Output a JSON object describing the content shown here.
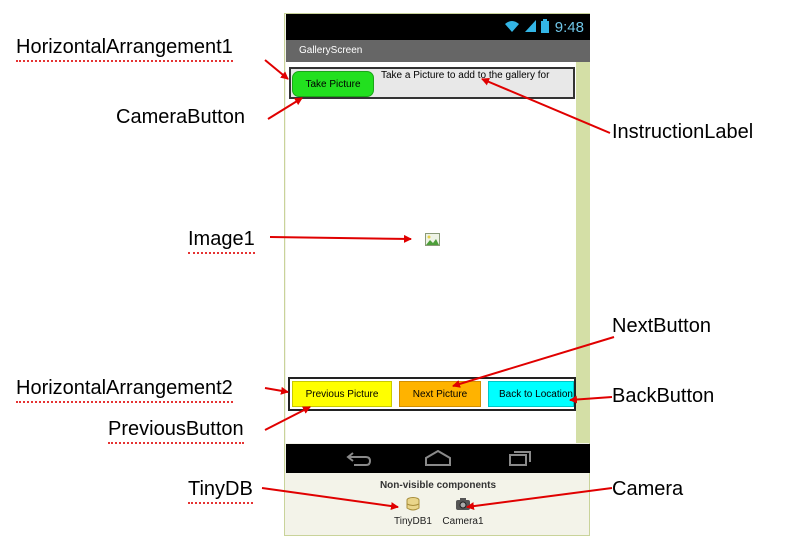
{
  "phone": {
    "status_time": "9:48",
    "screen_title": "GalleryScreen",
    "camera_button_label": "Take Picture",
    "instruction_label_text": "Take a Picture to add to the gallery for",
    "previous_button_label": "Previous Picture",
    "next_button_label": "Next Picture",
    "back_button_label": "Back to Location",
    "nonvisible_title": "Non-visible components",
    "nonvisible": [
      {
        "label": "TinyDB1",
        "icon": "database-icon"
      },
      {
        "label": "Camera1",
        "icon": "camera-icon"
      }
    ]
  },
  "annotations": {
    "horizontal_arrangement1": "HorizontalArrangement1",
    "camera_button": "CameraButton",
    "instruction_label": "InstructionLabel",
    "image1": "Image1",
    "next_button": "NextButton",
    "horizontal_arrangement2": "HorizontalArrangement2",
    "back_button": "BackButton",
    "previous_button": "PreviousButton",
    "tinydb": "TinyDB",
    "camera": "Camera"
  },
  "colors": {
    "camera_button": "#22e01f",
    "previous_button": "#ffff00",
    "next_button": "#ffb300",
    "back_button": "#00ffff",
    "arrow": "#e00000",
    "status_bar": "#000000",
    "title_bar": "#666666"
  }
}
